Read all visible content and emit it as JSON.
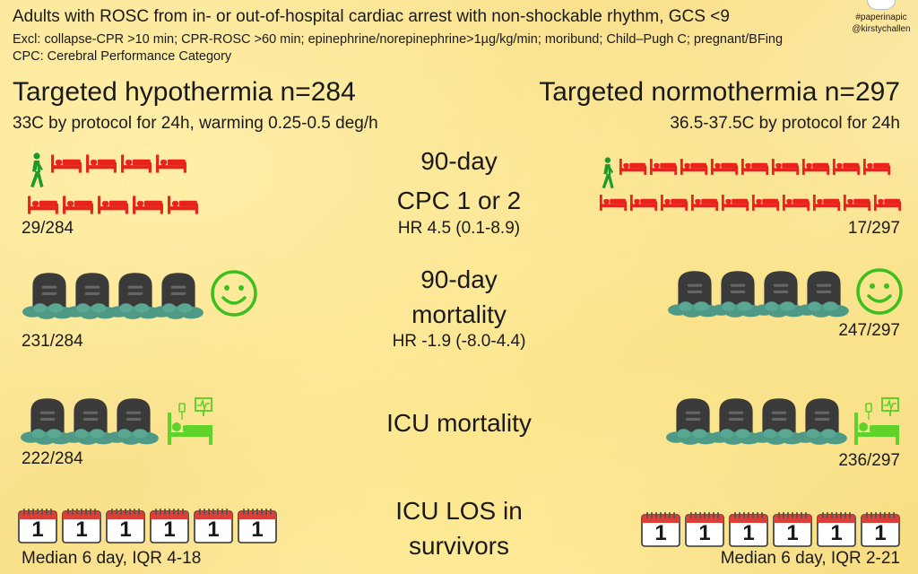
{
  "header": {
    "subtitle": "Adults with ROSC from in- or out-of-hospital cardiac arrest with non-shockable rhythm, GCS <9",
    "exclusions": "Excl: collapse-CPR >10 min; CPR-ROSC >60 min; epinephrine/norepinephrine>1µg/kg/min; moribund; Child–Pugh C; pregnant/BFing",
    "definition": "CPC: Cerebral Performance Category",
    "handle_tag": "#paperinapic",
    "handle_user": "@kirstychallen"
  },
  "arms": {
    "left": {
      "title": "Targeted hypothermia n=284",
      "subtitle": "33C by protocol for 24h, warming 0.25-0.5 deg/h"
    },
    "right": {
      "title": "Targeted normothermia n=297",
      "subtitle": "36.5-37.5C by protocol for 24h"
    }
  },
  "outcomes": [
    {
      "label_line1": "90-day",
      "label_line2": "CPC 1 or 2",
      "hr": "HR 4.5 (0.1-8.9)",
      "left_count": "29/284",
      "right_count": "17/297",
      "left_fraction": 0.102,
      "right_fraction": 0.057
    },
    {
      "label_line1": "90-day",
      "label_line2": "mortality",
      "hr": "HR -1.9 (-8.0-4.4)",
      "left_count": "231/284",
      "right_count": "247/297",
      "left_fraction": 0.813,
      "right_fraction": 0.832
    },
    {
      "label_line1": "ICU mortality",
      "label_line2": "",
      "hr": "",
      "left_count": "222/284",
      "right_count": "236/297",
      "left_fraction": 0.782,
      "right_fraction": 0.795
    },
    {
      "label_line1": "ICU LOS in",
      "label_line2": "survivors",
      "hr": "",
      "left_count": "Median 6 day, IQR 4-18",
      "right_count": "Median 6 day, IQR 2-21"
    }
  ],
  "calendar_digit": "1",
  "icons": {
    "walking": "walking-person-icon",
    "bed": "hospital-bed-icon",
    "grave": "gravestone-icon",
    "smile": "smiley-face-icon",
    "icu_bed": "icu-bed-monitor-icon",
    "calendar": "calendar-icon"
  },
  "colors": {
    "bed_red": "#e8231c",
    "walker_green": "#1c9a2a",
    "smile_green": "#3cbf1f",
    "grave_dark": "#3a3a3a",
    "cloud_teal": "#4f9a86",
    "icu_green": "#5fd32a",
    "calendar_red": "#d9403a"
  }
}
